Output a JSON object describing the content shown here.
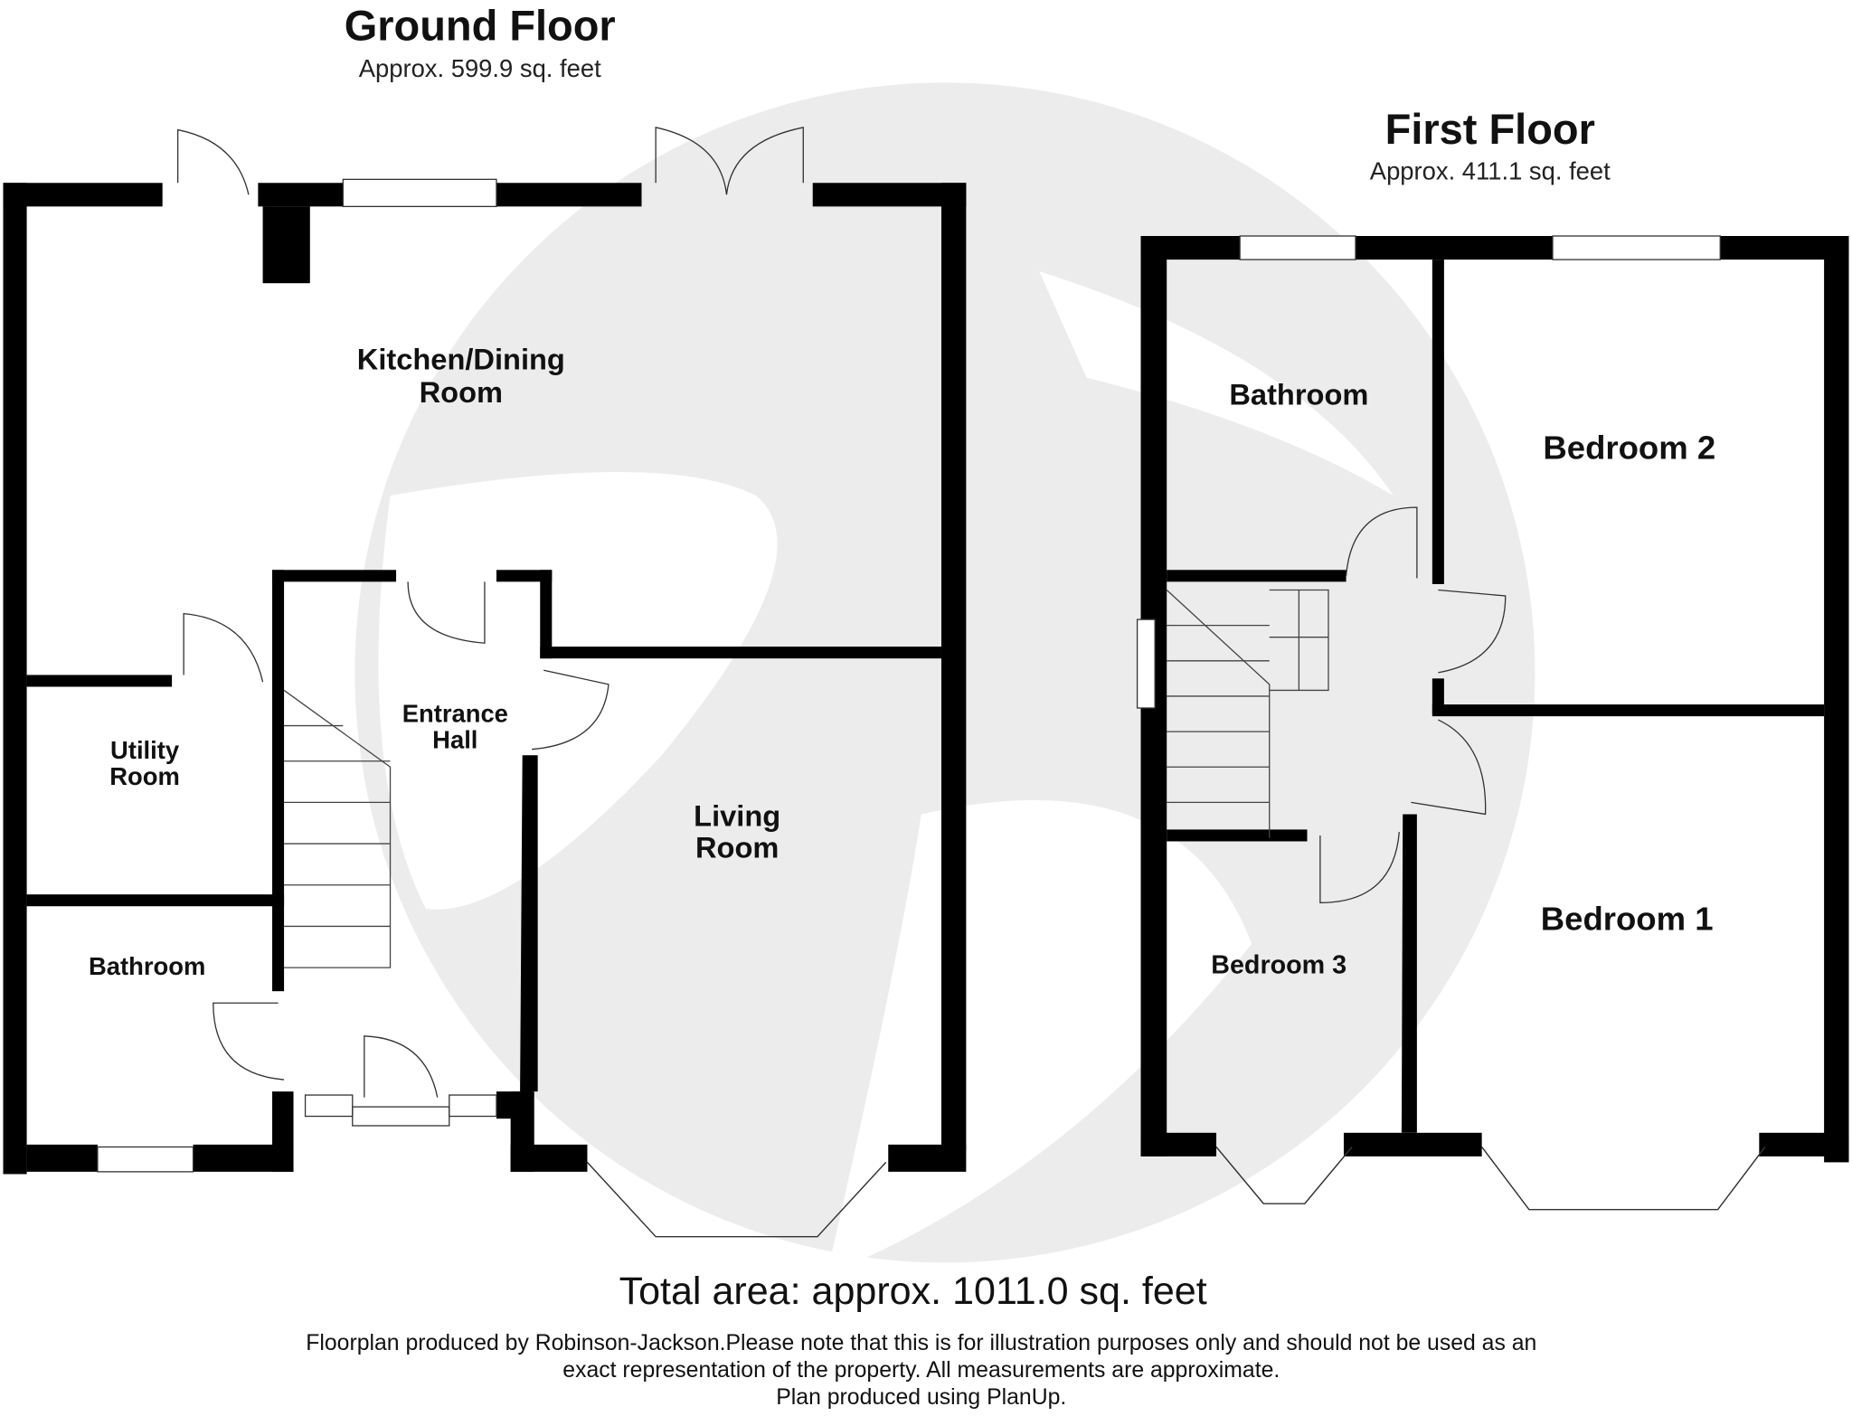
{
  "ground_floor": {
    "title": "Ground Floor",
    "area": "Approx. 599.9 sq. feet",
    "rooms": {
      "kitchen_line1": "Kitchen/Dining",
      "kitchen_line2": "Room",
      "utility_line1": "Utility",
      "utility_line2": "Room",
      "bathroom": "Bathroom",
      "hall_line1": "Entrance",
      "hall_line2": "Hall",
      "living_line1": "Living",
      "living_line2": "Room"
    }
  },
  "first_floor": {
    "title": "First Floor",
    "area": "Approx. 411.1 sq. feet",
    "rooms": {
      "bathroom": "Bathroom",
      "bedroom2": "Bedroom 2",
      "bedroom1": "Bedroom 1",
      "bedroom3": "Bedroom 3"
    }
  },
  "total_area": "Total area: approx. 1011.0 sq. feet",
  "disclaimer": {
    "line1": "Floorplan produced by Robinson-Jackson.Please note that this is for illustration purposes only and should not be used as an",
    "line2": "exact representation of the property. All measurements are approximate.",
    "line3": "Plan produced using PlanUp."
  },
  "colors": {
    "wall": "#000000",
    "watermark": "#ebebeb"
  }
}
